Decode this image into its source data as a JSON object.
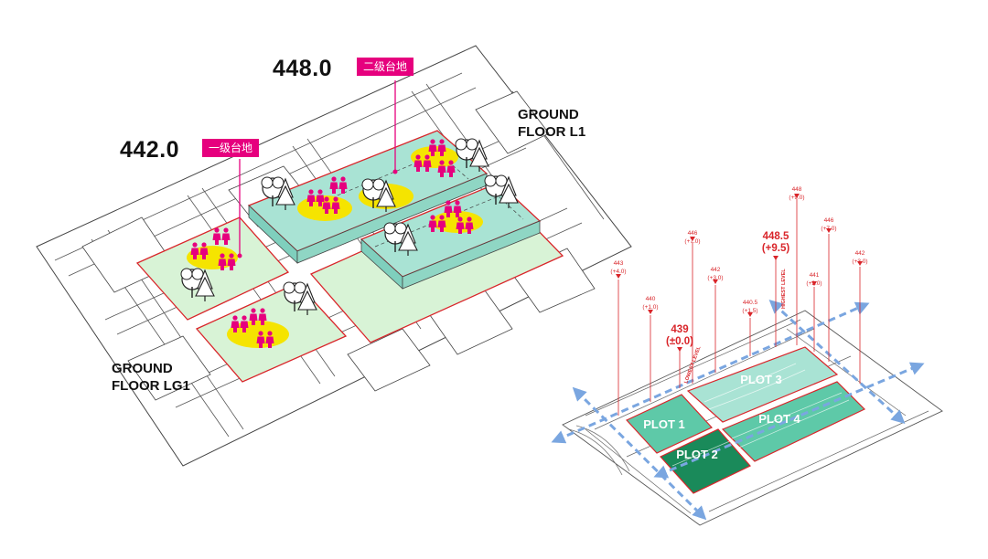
{
  "colors": {
    "accent_magenta": "#e6007e",
    "plaza_yellow": "#f5e400",
    "green_light": "#d8f3d6",
    "green_teal": "#a9e3d4",
    "elevation_red": "#d9252a",
    "arrow_blue": "#7aa6e0"
  },
  "upper_terrace": {
    "elevation": "448.0",
    "tag": "二级台地"
  },
  "lower_terrace": {
    "elevation": "442.0",
    "tag": "一级台地"
  },
  "floor_labels": {
    "upper": [
      "GROUND",
      "FLOOR L1"
    ],
    "lower": [
      "GROUND",
      "FLOOR LG1"
    ]
  },
  "site_plan": {
    "plots": [
      "PLOT 1",
      "PLOT 2",
      "PLOT 3",
      "PLOT 4"
    ],
    "markers": [
      {
        "value": "443",
        "delta": "(+4.0)"
      },
      {
        "value": "440",
        "delta": "(+1.0)"
      },
      {
        "value": "439",
        "delta": "(±0.0)",
        "note": "LOWEST LEVEL",
        "emphasis": true
      },
      {
        "value": "446",
        "delta": "(+7.0)"
      },
      {
        "value": "442",
        "delta": "(+3.0)"
      },
      {
        "value": "440.5",
        "delta": "(+1.5)"
      },
      {
        "value": "448.5",
        "delta": "(+9.5)",
        "note": "HIGHEST LEVEL",
        "emphasis": true
      },
      {
        "value": "448",
        "delta": "(+9.0)"
      },
      {
        "value": "441",
        "delta": "(+2.0)"
      },
      {
        "value": "446",
        "delta": "(+7.0)"
      },
      {
        "value": "442",
        "delta": "(+3.0)"
      }
    ]
  },
  "icons": [
    "tree-icon",
    "people-icon",
    "direction-arrow-icon"
  ]
}
